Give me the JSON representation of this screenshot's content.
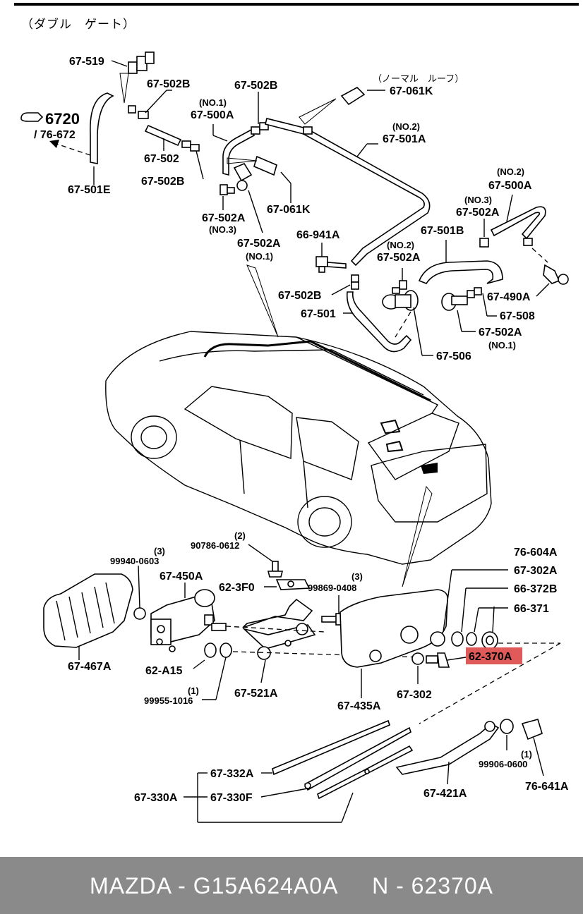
{
  "header": {
    "caption": "（ダブル　ゲート）"
  },
  "notes": {
    "normal_roof": "（ノーマル　ルーフ）",
    "ref_number": "6720",
    "ref_sub": "/ 76-672"
  },
  "labels": {
    "p67_519": "67-519",
    "p67_502B_a": "67-502B",
    "p67_502B_b": "67-502B",
    "p67_502B_c": "67-502B",
    "p67_502B_d": "67-502B",
    "p67_061K_a": "67-061K",
    "p67_061K_b": "67-061K",
    "no1_a": "(NO.1)",
    "p67_500A_a": "67-500A",
    "no2_a": "(NO.2)",
    "p67_501A": "67-501A",
    "p67_502": "67-502",
    "p67_501E": "67-501E",
    "p67_502A_a": "67-502A",
    "no3_a": "(NO.3)",
    "p67_502A_b": "67-502A",
    "no1_b": "(NO.1)",
    "no2_b": "(NO.2)",
    "p67_500A_b": "67-500A",
    "no3_b": "(NO.3)",
    "p67_502A_c": "67-502A",
    "p66_941A": "66-941A",
    "p67_501B": "67-501B",
    "no2_c": "(NO.2)",
    "p67_502A_d": "67-502A",
    "p67_490A": "67-490A",
    "p67_501": "67-501",
    "p67_508": "67-508",
    "p67_502A_e": "67-502A",
    "no1_c": "(NO.1)",
    "p67_506": "67-506",
    "q3_a": "(3)",
    "p99940_0603": "99940-0603",
    "q2": "(2)",
    "p90786_0612": "90786-0612",
    "p76_604A": "76-604A",
    "p67_450A": "67-450A",
    "p62_3F0": "62-3F0",
    "q3_b": "(3)",
    "p99869_0408": "99869-0408",
    "p67_302A": "67-302A",
    "p66_372B": "66-372B",
    "p66_371": "66-371",
    "p62_370A": "62-370A",
    "p67_467A": "67-467A",
    "p62_A15": "62-A15",
    "q1_a": "(1)",
    "p99955_1016": "99955-1016",
    "p67_521A": "67-521A",
    "p67_435A": "67-435A",
    "p67_302": "67-302",
    "q1_b": "(1)",
    "p99906_0600": "99906-0600",
    "p76_641A": "76-641A",
    "p67_332A": "67-332A",
    "p67_330A": "67-330A",
    "p67_330F": "67-330F",
    "p67_421A": "67-421A"
  },
  "highlight": {
    "part": "62-370A",
    "color": "#e05a5a"
  },
  "footer": {
    "text": "MAZDA - G15A624A0A     N - 62370A",
    "background": "#8a8a8a"
  }
}
